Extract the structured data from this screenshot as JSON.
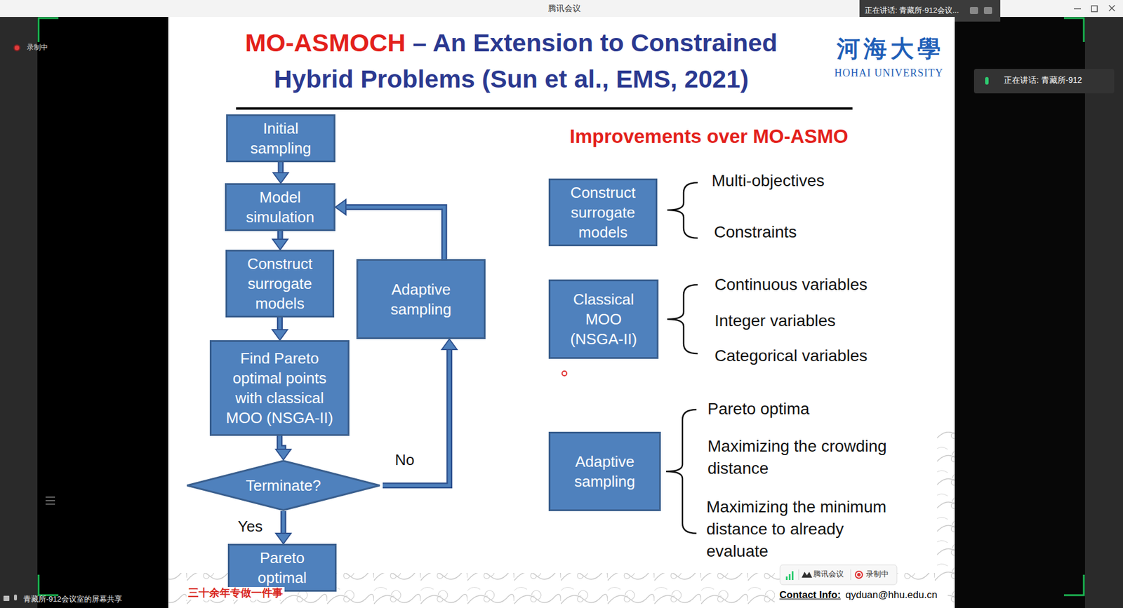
{
  "diagram": {
    "title": "MO-ASMOCH – An Extension to Constrained Hybrid Problems (Sun et al., EMS, 2021)",
    "nodes": [
      {
        "text": [
          "Initial sampling"
        ]
      },
      {
        "text": [
          "Model simulation"
        ]
      },
      {
        "text": [
          "Construct surrogate models"
        ]
      },
      {
        "text": [
          "Find Pareto optimal points with classical MOO (NSGA-II)"
        ]
      },
      {
        "text": [
          "Terminate?"
        ]
      },
      {
        "text": [
          "Pareto optimal"
        ]
      },
      {
        "text": [
          "Adaptive sampling"
        ]
      },
      {
        "text": [
          "Construct surrogate models"
        ]
      },
      {
        "text": [
          "Classical MOO (NSGA-II)"
        ]
      },
      {
        "text": [
          "Adaptive sampling"
        ]
      }
    ],
    "edges": [
      {
        "from": 0,
        "to": 1,
        "arrow": "to"
      },
      {
        "from": 1,
        "to": 2,
        "arrow": "to"
      },
      {
        "from": 2,
        "to": 3,
        "arrow": "to"
      },
      {
        "from": 3,
        "to": 4,
        "arrow": "to"
      },
      {
        "from": 4,
        "to": 5,
        "label": "Yes",
        "arrow": "to"
      },
      {
        "from": 4,
        "to": 6,
        "label": "No",
        "arrow": "to"
      },
      {
        "from": 6,
        "to": 1,
        "arrow": "to"
      }
    ],
    "labels": [
      "腾讯会议",
      "正在讲话: 青藏所-912会议...",
      "录制中",
      "正在讲话: 青藏所-912",
      "河海大學",
      "HOHAI UNIVERSITY",
      "Improvements over MO-ASMO",
      "Multi-objectives",
      "Constraints",
      "Continuous variables",
      "Integer variables",
      "Categorical variables",
      "Pareto optima",
      "Maximizing the crowding distance",
      "Maximizing the minimum distance to already evaluate",
      "腾讯会议",
      "录制中",
      "三十余年专做一件事",
      "Contact Info:",
      "qyduan@hhu.edu.cn",
      "青藏所-912会议室的屏幕共享"
    ]
  }
}
